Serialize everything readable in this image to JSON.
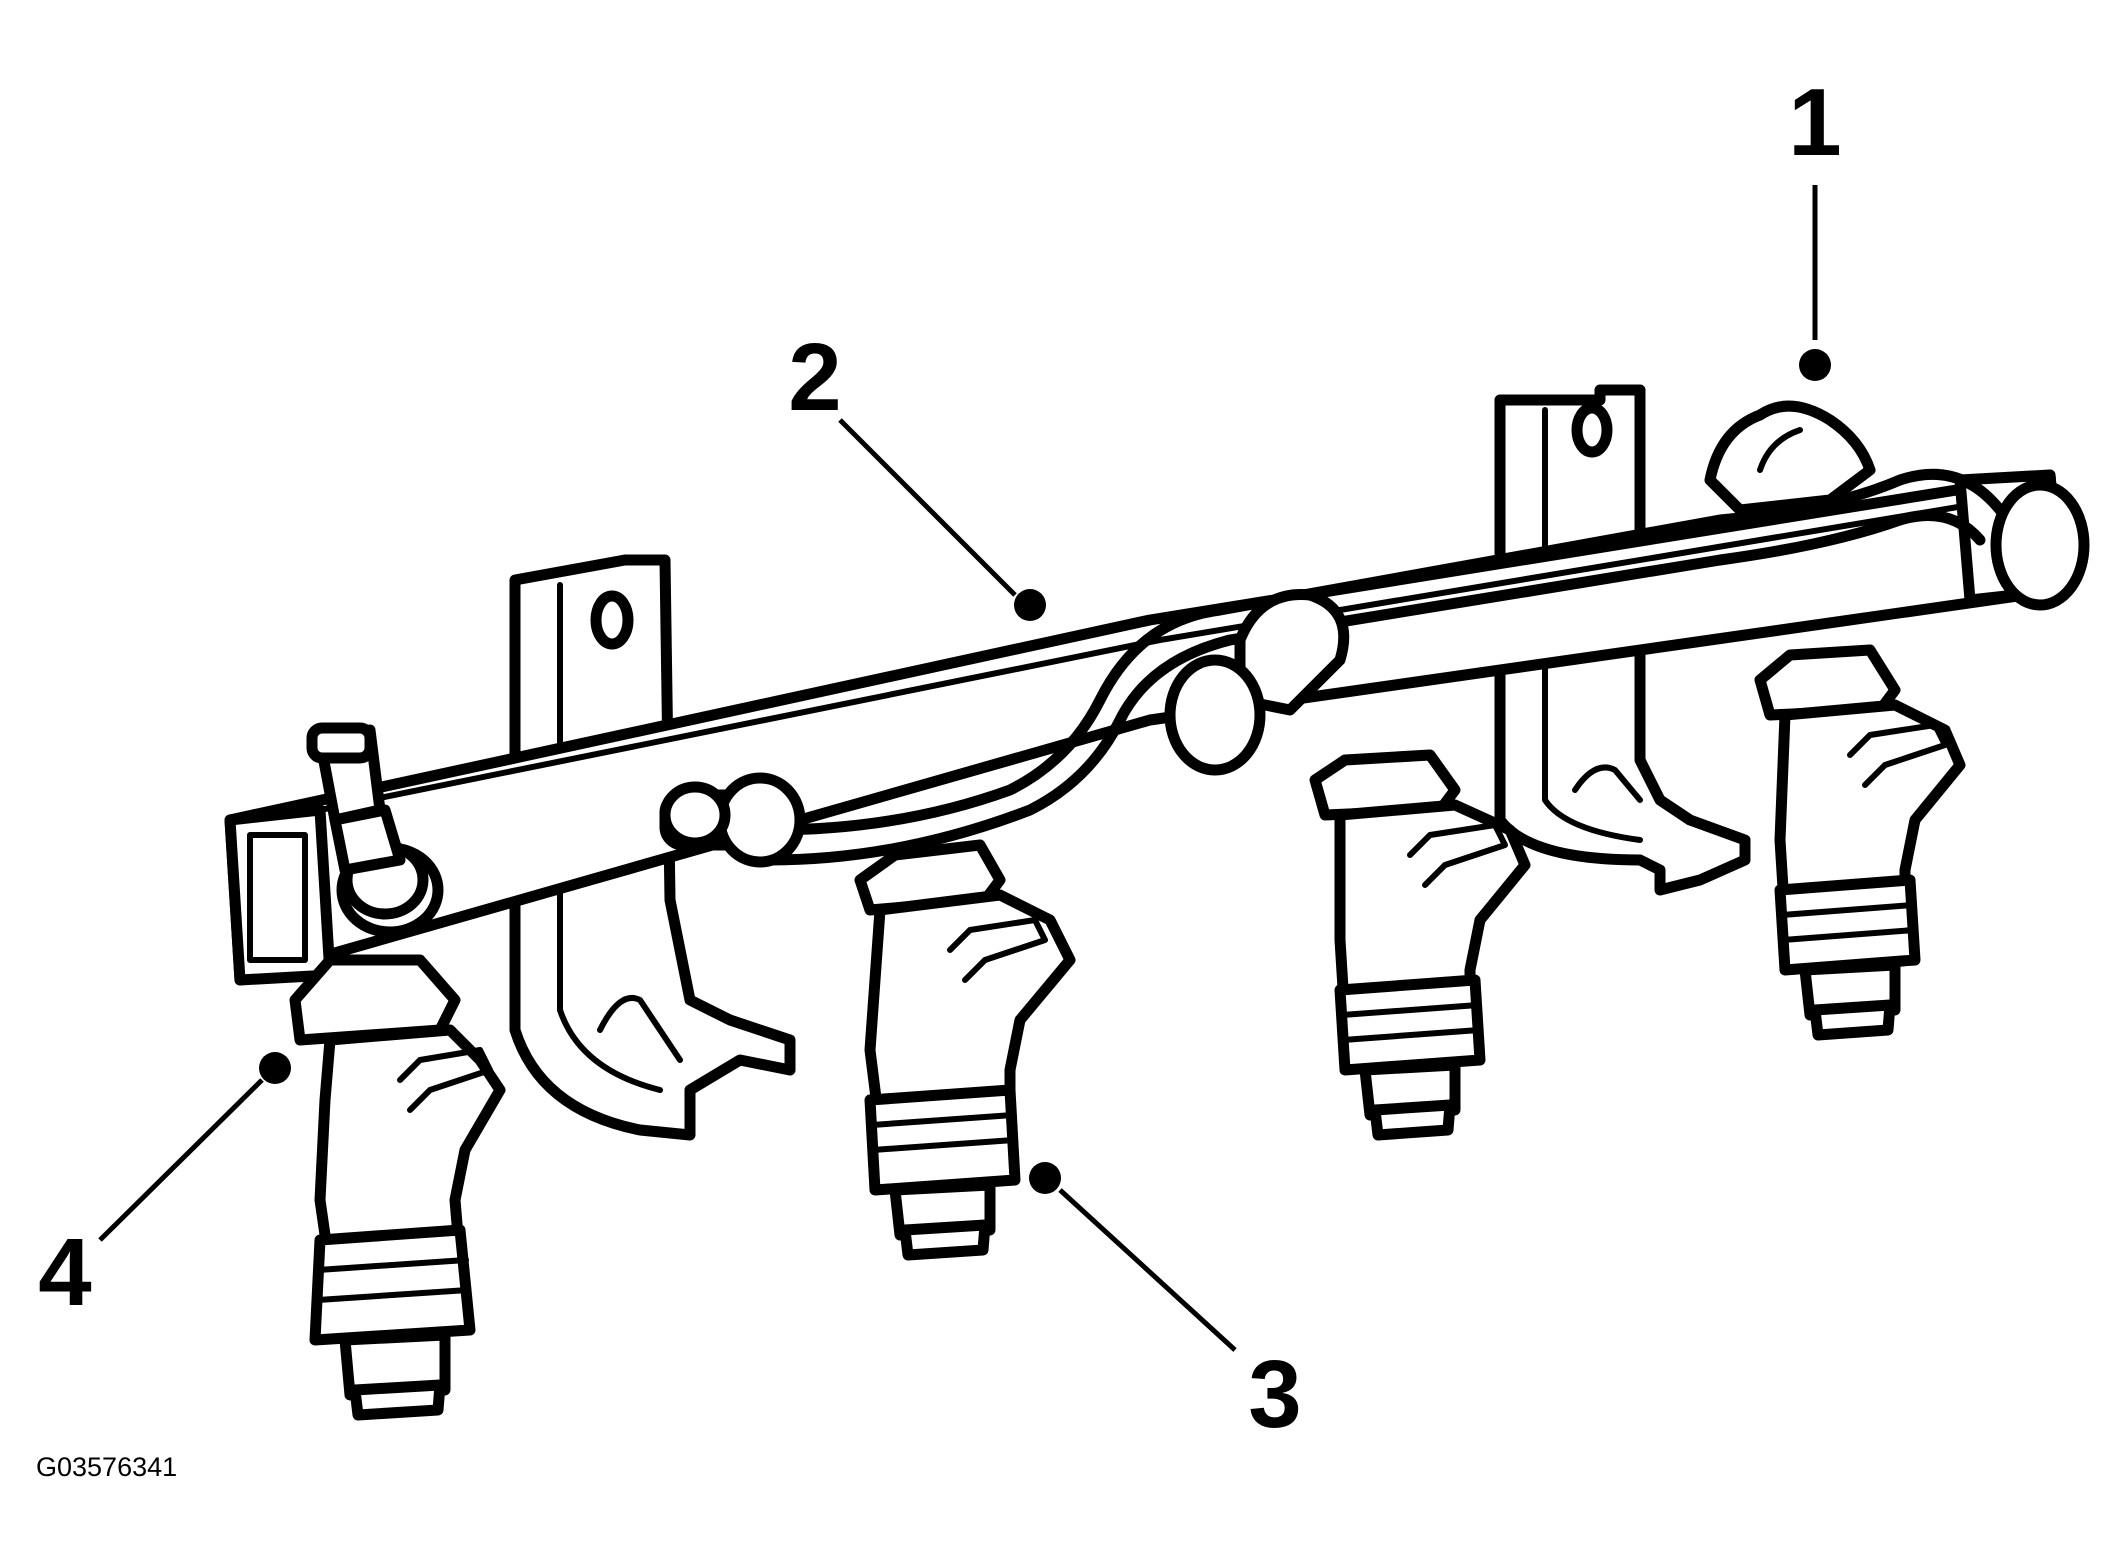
{
  "figure_id": "G03576341",
  "callouts": [
    {
      "label": "1"
    },
    {
      "label": "2"
    },
    {
      "label": "3"
    },
    {
      "label": "4"
    }
  ],
  "colors": {
    "line": "#000000",
    "background": "#ffffff"
  }
}
